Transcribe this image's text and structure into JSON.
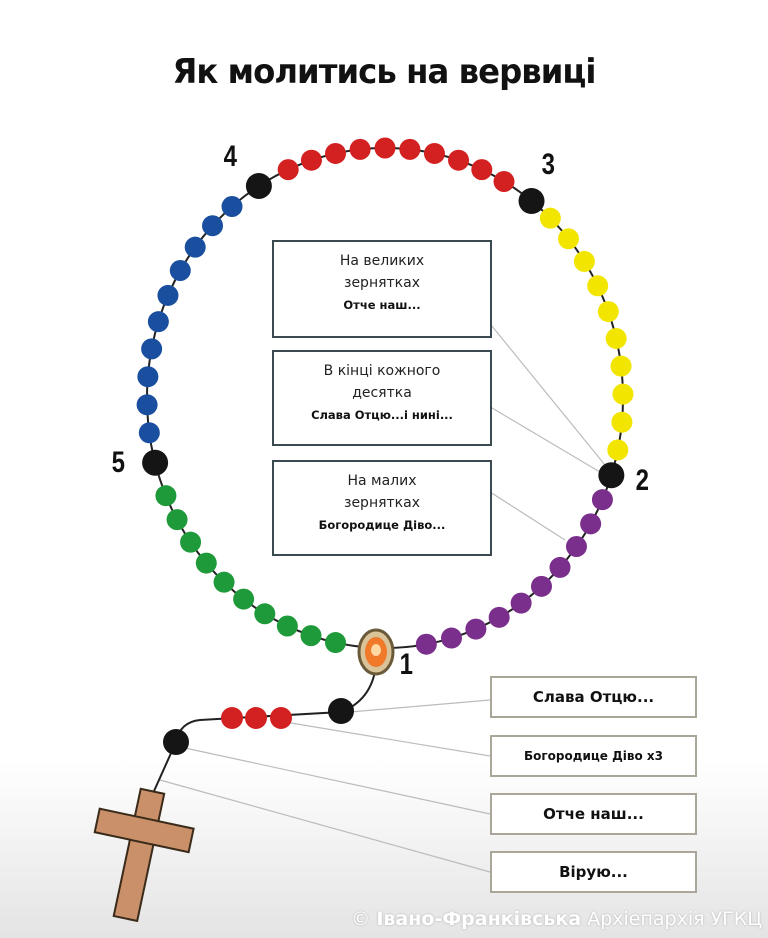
{
  "title": "Як молитись на вервиці",
  "numbers": [
    "1",
    "2",
    "3",
    "4",
    "5"
  ],
  "decade_colors": {
    "purple": "#7b2f8c",
    "yellow": "#f2e600",
    "red": "#d32020",
    "blue": "#1a4fa0",
    "green": "#1e9a3a",
    "black": "#151515"
  },
  "info_boxes": [
    {
      "line1": "На великих",
      "line2": "зернятках",
      "prayer": "Отче наш..."
    },
    {
      "line1": "В кінці кожного",
      "line2": "десятка",
      "prayer": "Слава Отцю...і нині..."
    },
    {
      "line1": "На малих",
      "line2": "зернятках",
      "prayer": "Богородице Діво..."
    }
  ],
  "tail_boxes": [
    "Слава Отцю...",
    "Богородице Діво х3",
    "Отче наш...",
    "Вірую..."
  ],
  "watermark": {
    "symbol": "©",
    "bold": "Івано-Франківська",
    "rest": "Архіепархія УГКЦ"
  }
}
